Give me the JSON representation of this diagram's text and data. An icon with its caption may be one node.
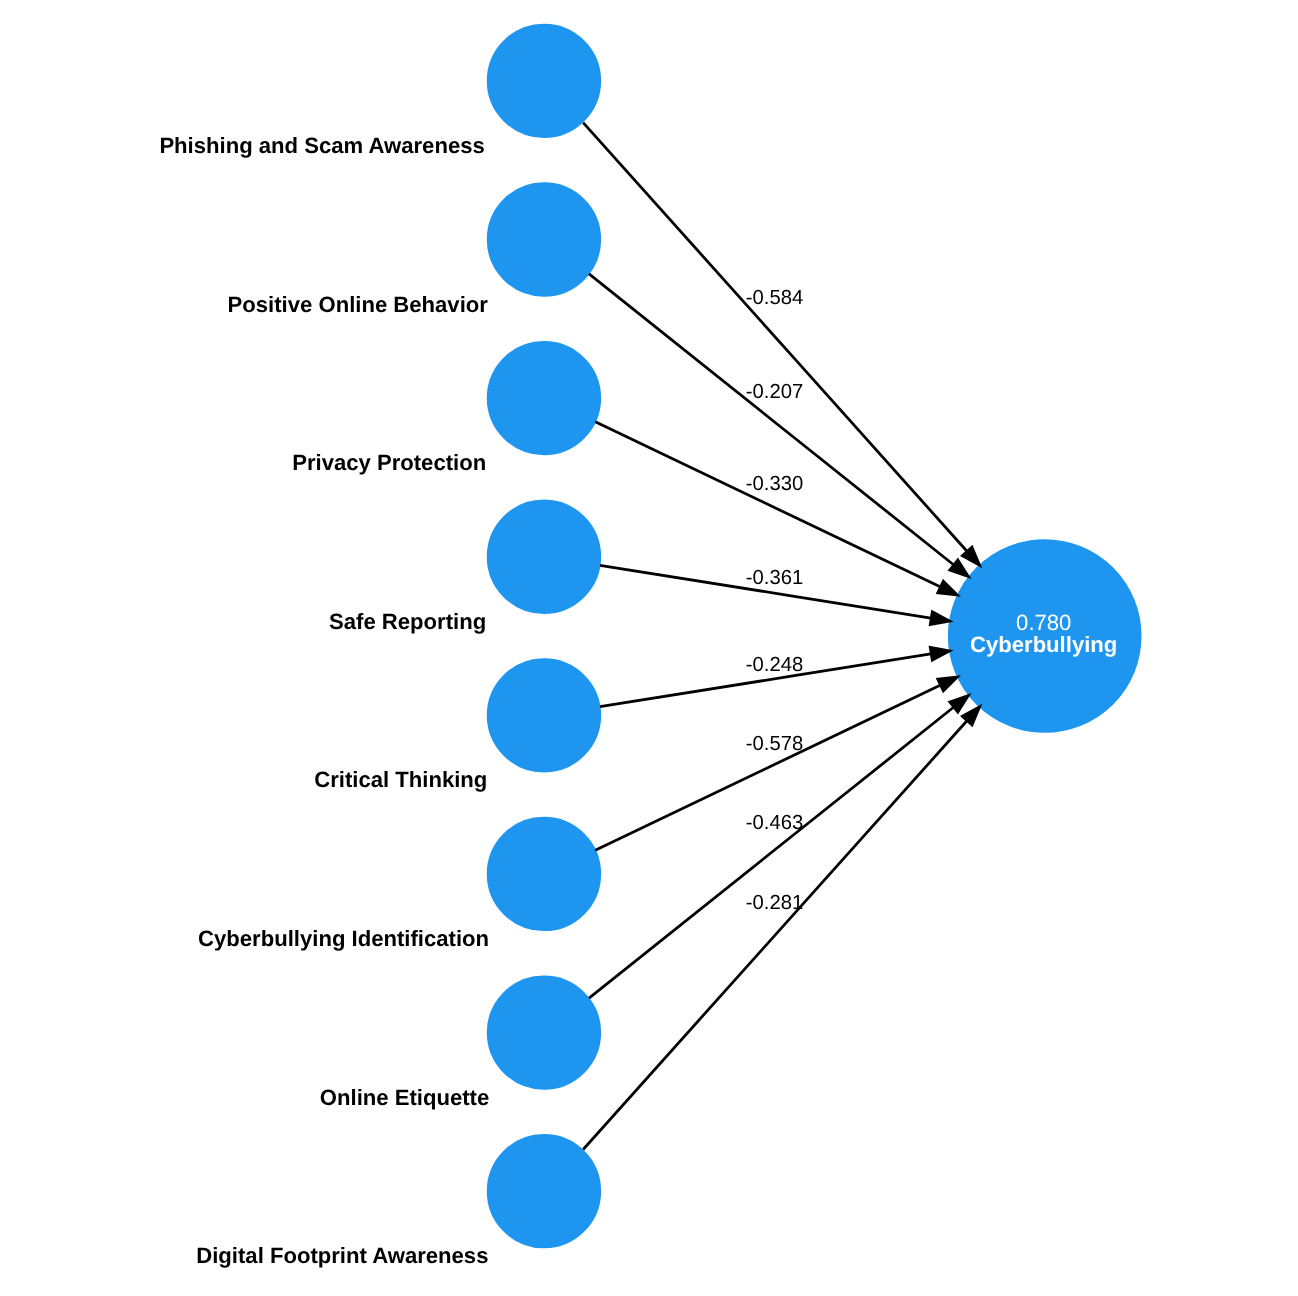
{
  "diagram": {
    "nodes": [
      {
        "text": [
          "Phishing and Scam Awareness"
        ]
      },
      {
        "text": [
          "Positive Online Behavior"
        ]
      },
      {
        "text": [
          "Privacy Protection"
        ]
      },
      {
        "text": [
          "Safe Reporting"
        ]
      },
      {
        "text": [
          "0.780",
          "Cyberbullying"
        ]
      },
      {
        "text": [
          "Critical Thinking"
        ]
      },
      {
        "text": [
          "Cyberbullying Identification"
        ]
      },
      {
        "text": [
          "Online Etiquette"
        ]
      },
      {
        "text": [
          "Digital Footprint Awareness"
        ]
      }
    ],
    "edges": [
      {
        "from": 2,
        "to": 4,
        "arrow": "to",
        "label": "-0.330"
      },
      {
        "from": 0,
        "to": 4,
        "arrow": "to",
        "label": "-0.584"
      },
      {
        "from": 1,
        "to": 4,
        "arrow": "to",
        "label": "-0.207"
      },
      {
        "from": 3,
        "to": 4,
        "arrow": "to",
        "label": "-0.361"
      },
      {
        "from": 5,
        "to": 4,
        "arrow": "to",
        "label": "-0.248"
      },
      {
        "from": 6,
        "to": 4,
        "arrow": "to",
        "label": "-0.578"
      },
      {
        "from": 7,
        "to": 4,
        "arrow": "to",
        "label": "-0.463"
      },
      {
        "from": 8,
        "to": 4,
        "arrow": "to",
        "label": "-0.281"
      }
    ]
  }
}
